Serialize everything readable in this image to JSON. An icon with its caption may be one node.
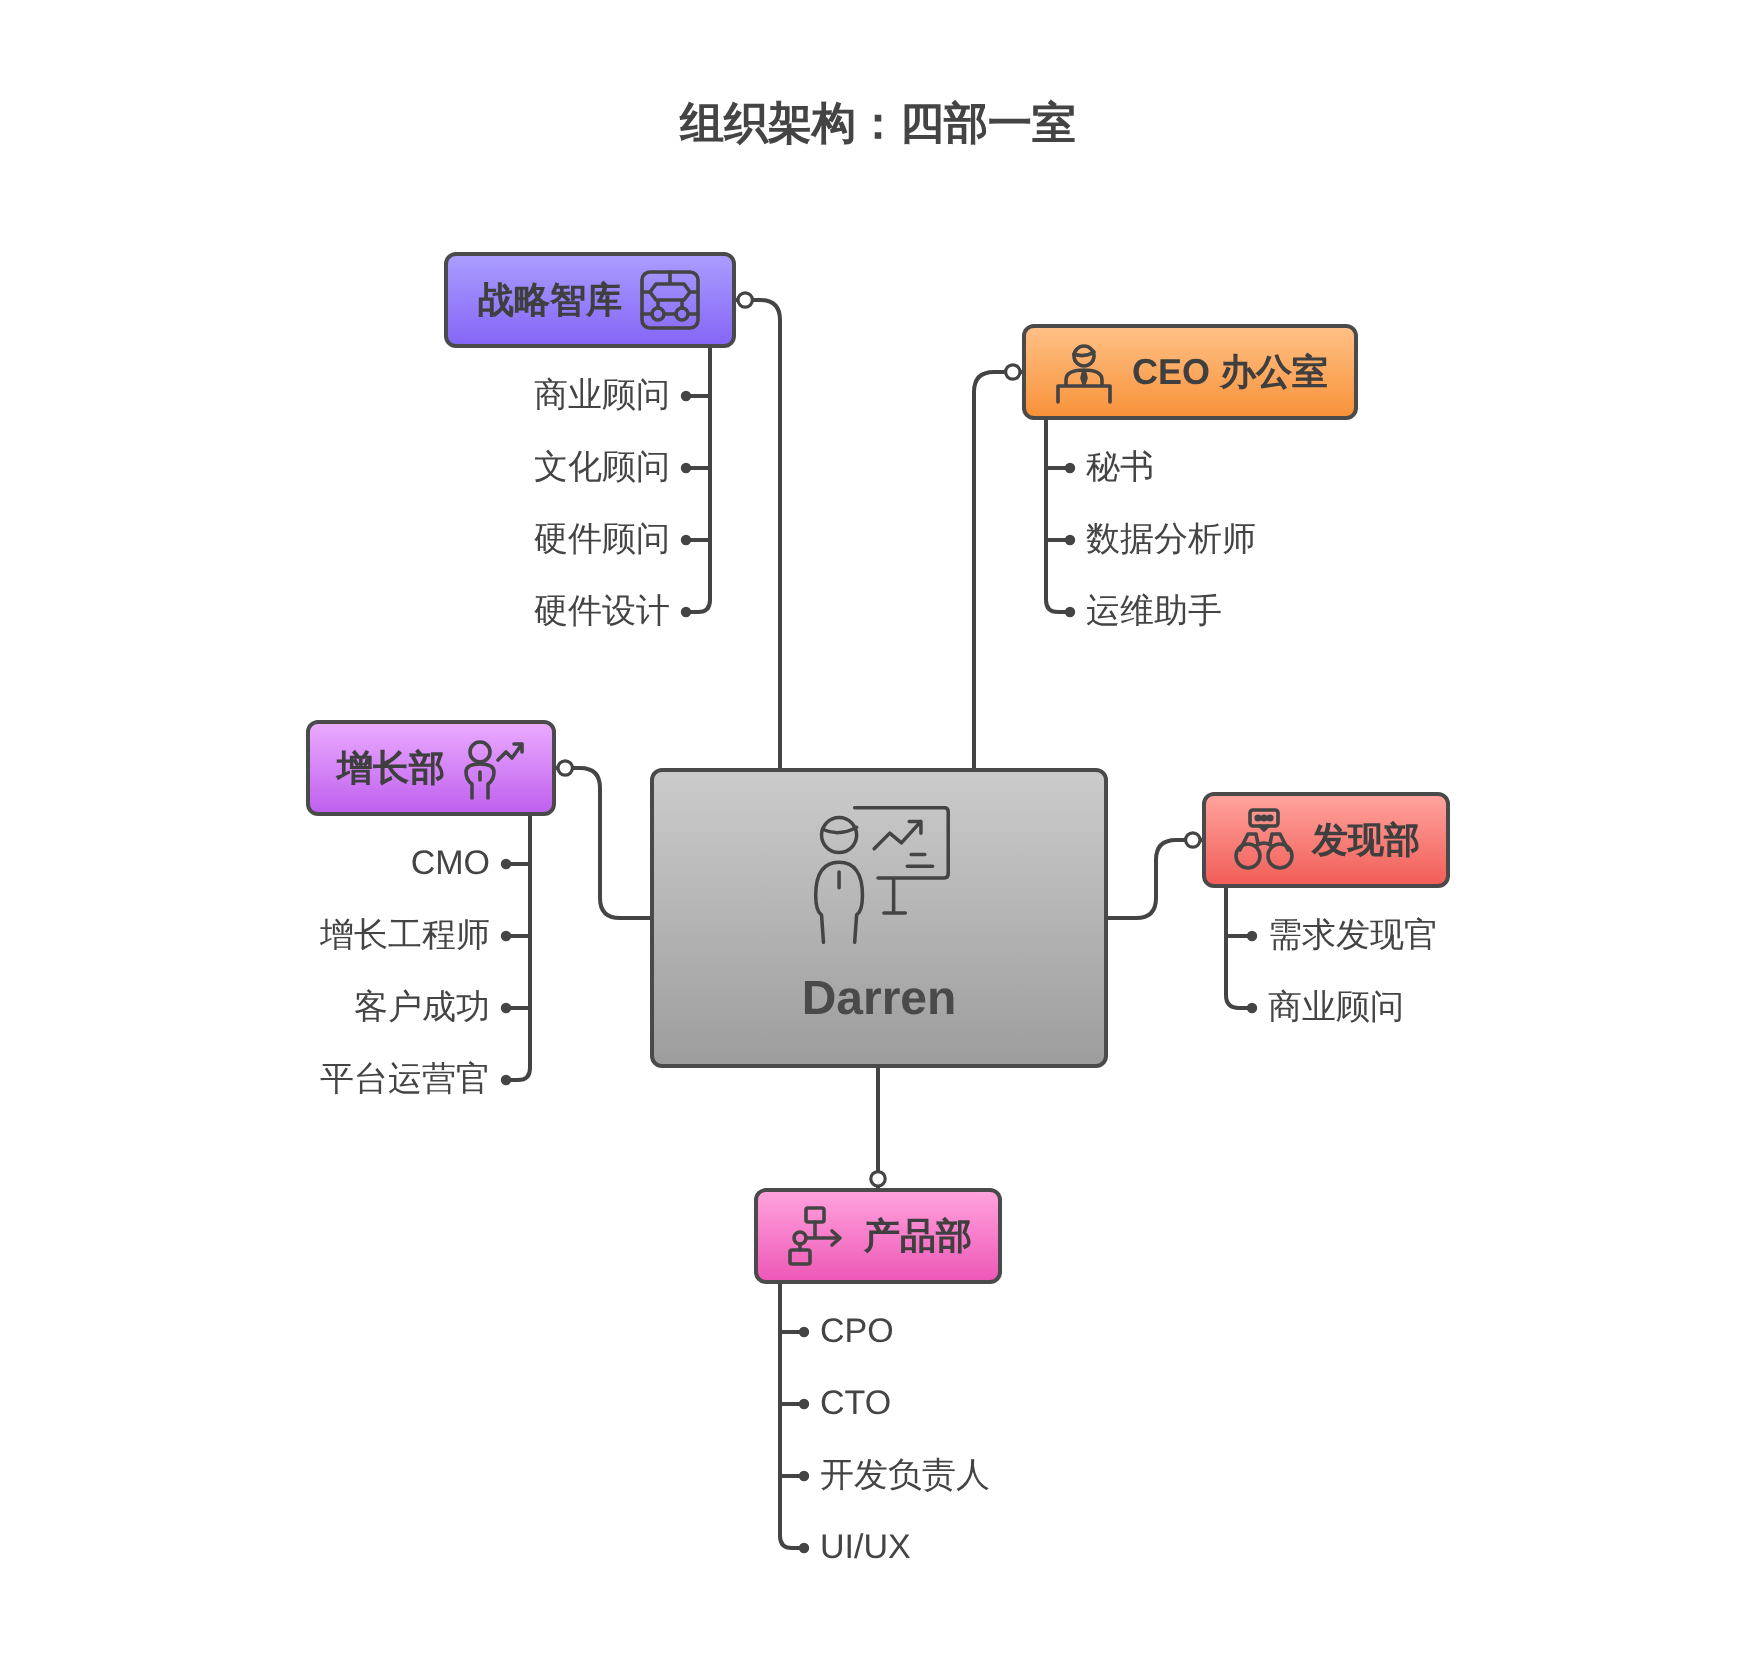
{
  "diagram": {
    "title": "组织架构：四部一室",
    "nodes": [
      {
        "text": [
          "战略智库"
        ]
      },
      {
        "text": [
          "商业顾问"
        ]
      },
      {
        "text": [
          "文化顾问"
        ]
      },
      {
        "text": [
          "硬件顾问"
        ]
      },
      {
        "text": [
          "硬件设计"
        ]
      },
      {
        "text": [
          "CEO 办公室"
        ]
      },
      {
        "text": [
          "秘书"
        ]
      },
      {
        "text": [
          "数据分析师"
        ]
      },
      {
        "text": [
          "运维助手"
        ]
      },
      {
        "text": [
          "增长部"
        ]
      },
      {
        "text": [
          "CMO"
        ]
      },
      {
        "text": [
          "增长工程师"
        ]
      },
      {
        "text": [
          "客户成功"
        ]
      },
      {
        "text": [
          "平台运营官"
        ]
      },
      {
        "text": [
          "Darren"
        ]
      },
      {
        "text": [
          "发现部"
        ]
      },
      {
        "text": [
          "需求发现官"
        ]
      },
      {
        "text": [
          "商业顾问"
        ]
      },
      {
        "text": [
          "产品部"
        ]
      },
      {
        "text": [
          "CPO"
        ]
      },
      {
        "text": [
          "CTO"
        ]
      },
      {
        "text": [
          "开发负责人"
        ]
      },
      {
        "text": [
          "UI/UX"
        ]
      }
    ],
    "edges": [
      {
        "from": 14,
        "to": 0,
        "arrow": "other"
      },
      {
        "from": 14,
        "to": 5,
        "arrow": "other"
      },
      {
        "from": 14,
        "to": 9,
        "arrow": "other"
      },
      {
        "from": 14,
        "to": 15,
        "arrow": "other"
      },
      {
        "from": 14,
        "to": 18,
        "arrow": "other"
      },
      {
        "from": 0,
        "to": 1,
        "arrow": "other"
      },
      {
        "from": 0,
        "to": 2,
        "arrow": "other"
      },
      {
        "from": 0,
        "to": 3,
        "arrow": "other"
      },
      {
        "from": 0,
        "to": 4,
        "arrow": "other"
      },
      {
        "from": 5,
        "to": 6,
        "arrow": "other"
      },
      {
        "from": 5,
        "to": 7,
        "arrow": "other"
      },
      {
        "from": 5,
        "to": 8,
        "arrow": "other"
      },
      {
        "from": 9,
        "to": 10,
        "arrow": "other"
      },
      {
        "from": 9,
        "to": 11,
        "arrow": "other"
      },
      {
        "from": 9,
        "to": 12,
        "arrow": "other"
      },
      {
        "from": 9,
        "to": 13,
        "arrow": "other"
      },
      {
        "from": 15,
        "to": 16,
        "arrow": "other"
      },
      {
        "from": 15,
        "to": 17,
        "arrow": "other"
      },
      {
        "from": 18,
        "to": 19,
        "arrow": "other"
      },
      {
        "from": 18,
        "to": 20,
        "arrow": "other"
      },
      {
        "from": 18,
        "to": 21,
        "arrow": "other"
      },
      {
        "from": 18,
        "to": 22,
        "arrow": "other"
      }
    ]
  }
}
